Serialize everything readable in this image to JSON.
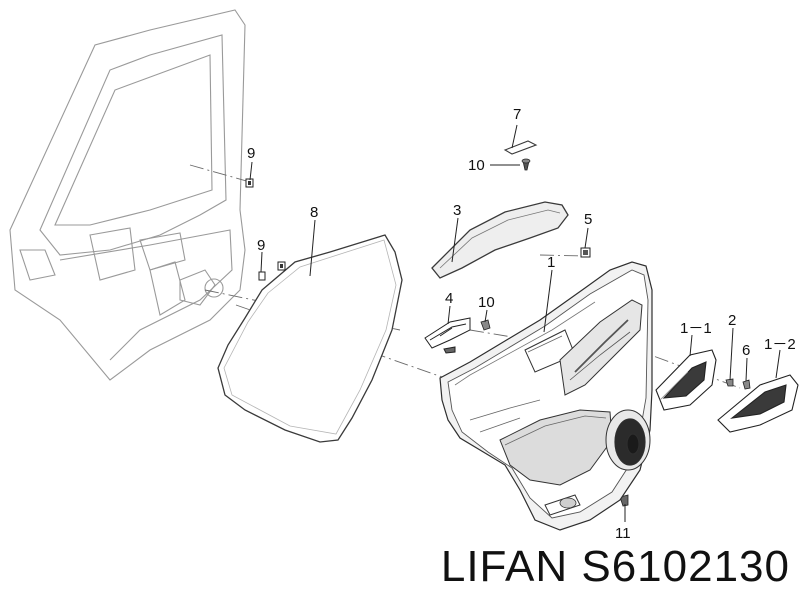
{
  "callouts": {
    "c7": "7",
    "c10_top": "10",
    "c3": "3",
    "c5": "5",
    "c1": "1",
    "c9_top": "9",
    "c9_mid": "9",
    "c8": "8",
    "c4": "4",
    "c10_mid": "10",
    "c1_1": "1－1",
    "c2": "2",
    "c6": "6",
    "c1_2": "1－2",
    "c11": "11"
  },
  "brand_label": "LIFAN S6102130",
  "colors": {
    "line": "#3a3a3a",
    "light": "#9a9a9a",
    "fill_dark": "#555555"
  }
}
